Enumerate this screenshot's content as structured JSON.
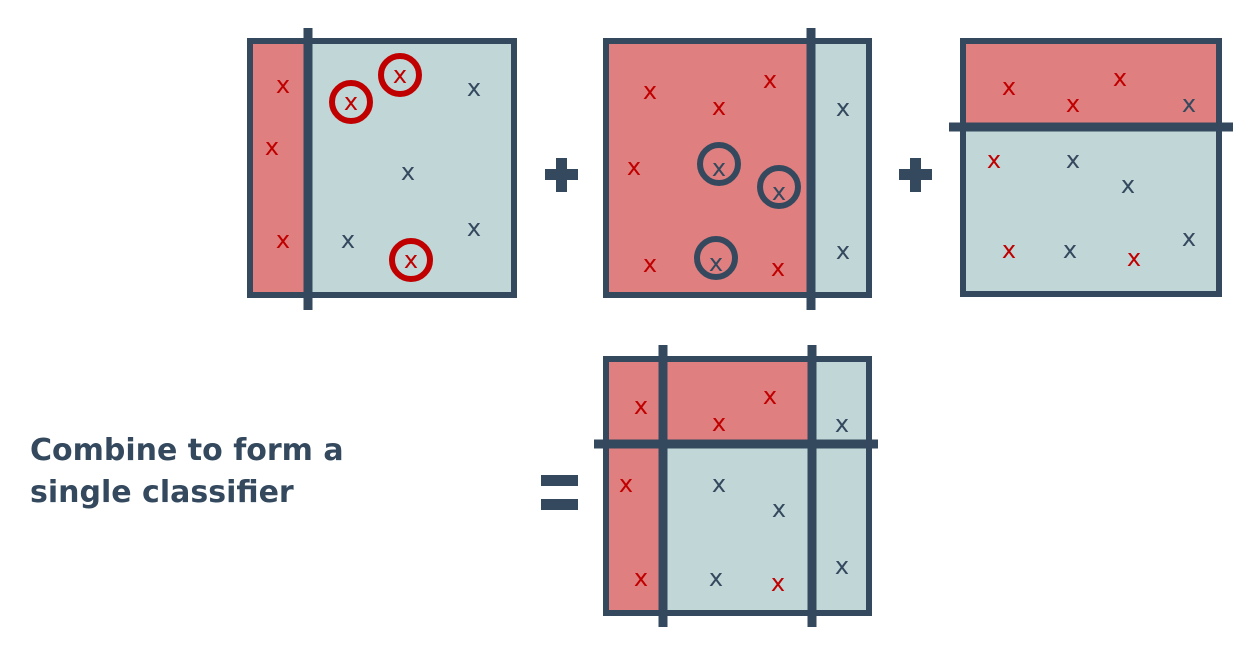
{
  "colors": {
    "border": "#34495e",
    "red_region": "#df7f7f",
    "blue_region": "#c0d6d7",
    "red_point": "#c00000",
    "blue_point": "#34495e",
    "red_circle": "#c00000",
    "dark_circle": "#34495e"
  },
  "point_marker": "x",
  "operators": {
    "plus": "+",
    "equals": "="
  },
  "caption": {
    "line1": "Combine to form a",
    "line2": "single classifier"
  },
  "panels": [
    {
      "name": "classifier-1",
      "split": "vertical",
      "red_side": "left",
      "points": [
        {
          "cls": "red",
          "circled": false
        },
        {
          "cls": "red",
          "circled": false
        },
        {
          "cls": "red",
          "circled": false
        },
        {
          "cls": "red",
          "circled": true
        },
        {
          "cls": "red",
          "circled": true
        },
        {
          "cls": "red",
          "circled": true
        },
        {
          "cls": "blue",
          "circled": false
        },
        {
          "cls": "blue",
          "circled": false
        },
        {
          "cls": "blue",
          "circled": false
        },
        {
          "cls": "blue",
          "circled": false
        }
      ]
    },
    {
      "name": "classifier-2",
      "split": "vertical",
      "red_side": "left",
      "points": [
        {
          "cls": "red",
          "circled": false
        },
        {
          "cls": "red",
          "circled": false
        },
        {
          "cls": "red",
          "circled": false
        },
        {
          "cls": "red",
          "circled": false
        },
        {
          "cls": "red",
          "circled": false
        },
        {
          "cls": "red",
          "circled": false
        },
        {
          "cls": "blue",
          "circled": true
        },
        {
          "cls": "blue",
          "circled": true
        },
        {
          "cls": "blue",
          "circled": true
        },
        {
          "cls": "blue",
          "circled": false
        },
        {
          "cls": "blue",
          "circled": false
        }
      ]
    },
    {
      "name": "classifier-3",
      "split": "horizontal",
      "red_side": "top",
      "points": [
        {
          "cls": "red",
          "circled": false
        },
        {
          "cls": "red",
          "circled": false
        },
        {
          "cls": "red",
          "circled": false
        },
        {
          "cls": "blue",
          "circled": false
        },
        {
          "cls": "red",
          "circled": false
        },
        {
          "cls": "blue",
          "circled": false
        },
        {
          "cls": "blue",
          "circled": false
        },
        {
          "cls": "red",
          "circled": false
        },
        {
          "cls": "blue",
          "circled": false
        },
        {
          "cls": "red",
          "circled": false
        },
        {
          "cls": "blue",
          "circled": false
        }
      ]
    },
    {
      "name": "combined-classifier",
      "split": "grid",
      "points": [
        {
          "cls": "red",
          "circled": false
        },
        {
          "cls": "red",
          "circled": false
        },
        {
          "cls": "red",
          "circled": false
        },
        {
          "cls": "blue",
          "circled": false
        },
        {
          "cls": "red",
          "circled": false
        },
        {
          "cls": "blue",
          "circled": false
        },
        {
          "cls": "blue",
          "circled": false
        },
        {
          "cls": "red",
          "circled": false
        },
        {
          "cls": "blue",
          "circled": false
        },
        {
          "cls": "red",
          "circled": false
        },
        {
          "cls": "blue",
          "circled": false
        }
      ]
    }
  ]
}
